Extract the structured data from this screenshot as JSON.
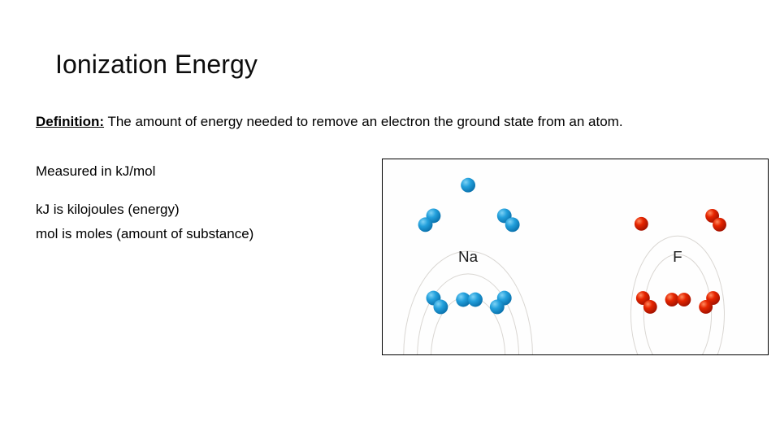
{
  "slide": {
    "title": "Ionization Energy",
    "background_color": "#ffffff",
    "text_color": "#000000"
  },
  "body": {
    "definition_label": "Definition:",
    "definition_text": " The amount of energy needed to remove an electron the ground state from an atom.",
    "measured_line": "Measured in kJ/mol",
    "kj_line": "kJ is kilojoules (energy)",
    "mol_line": "mol is moles (amount of substance)"
  },
  "figure": {
    "caption": "",
    "border_color": "#000000",
    "shell_color": "#d9d6d2",
    "atoms": [
      {
        "symbol": "Na",
        "electron_color": "#1692d0",
        "electron_highlight": "#69c6ef",
        "shell_count": 3,
        "electron_configuration": [
          2,
          8,
          1
        ],
        "label_color": "#1c1c1c"
      },
      {
        "symbol": "F",
        "electron_color": "#e02200",
        "electron_highlight": "#ff6b43",
        "shell_count": 2,
        "electron_configuration": [
          2,
          7
        ],
        "label_color": "#1c1c1c"
      }
    ]
  }
}
